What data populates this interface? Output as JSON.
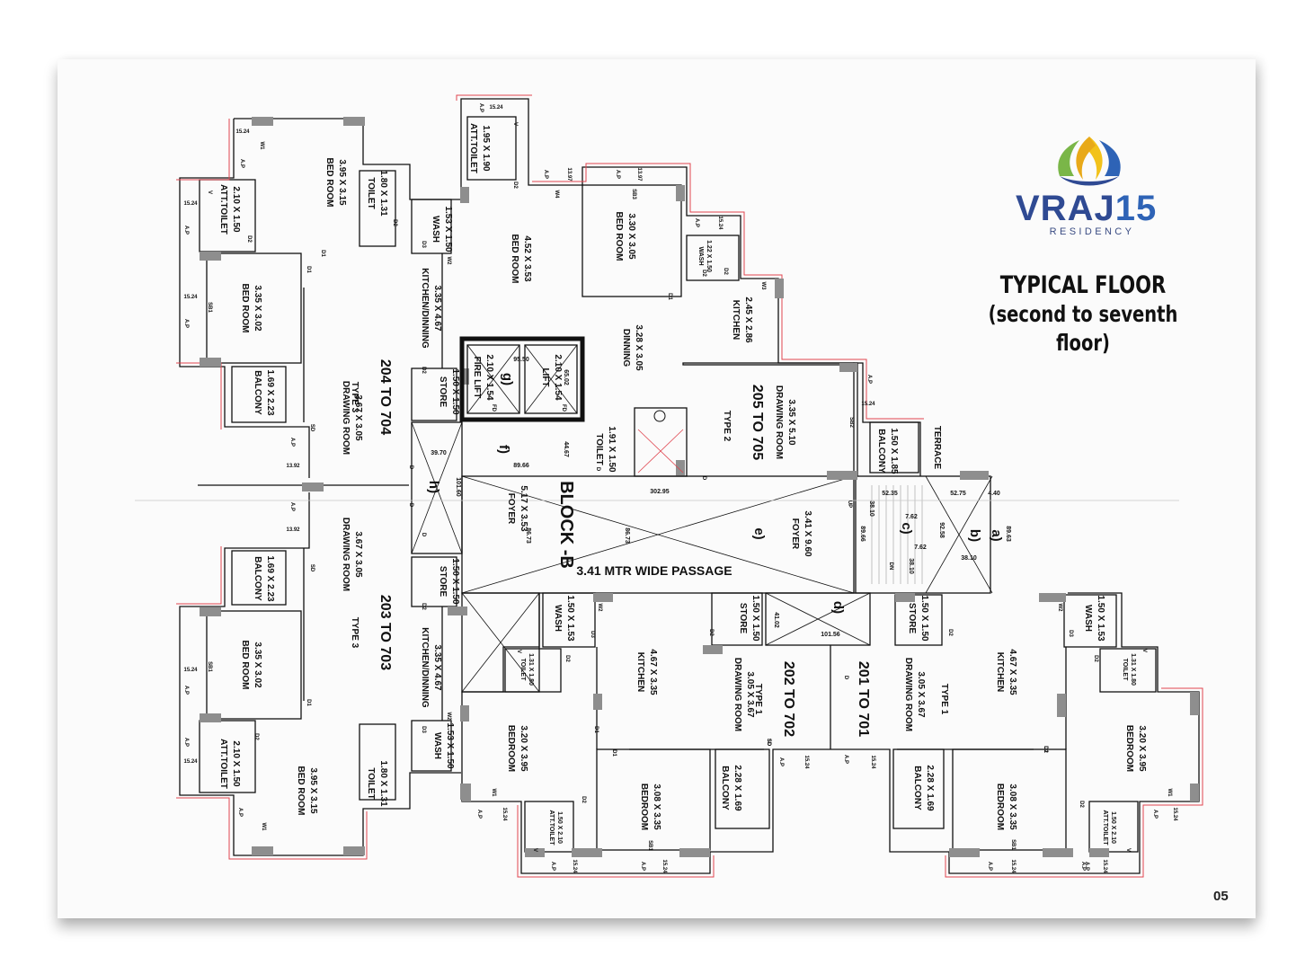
{
  "brand": {
    "name_text": "VRAJ",
    "name_number": "15",
    "subtitle": "RESIDENCY",
    "colors": {
      "navy": "#2f4a93",
      "blue": "#2e63b6",
      "yellow": "#f2c21a",
      "green": "#7ab648"
    }
  },
  "heading": {
    "title": "TYPICAL FLOOR",
    "subtitle": "(second to seventh floor)"
  },
  "page_number": "05",
  "plan": {
    "block_label": "BLOCK -B",
    "passage_label": "3.41 MTR WIDE PASSAGE",
    "flats": [
      {
        "id": "flat-204",
        "number": "204 TO 704",
        "type": "TYPE 3"
      },
      {
        "id": "flat-203",
        "number": "203 TO 703",
        "type": "TYPE 3"
      },
      {
        "id": "flat-205",
        "number": "205 TO 705",
        "type": "TYPE 2"
      },
      {
        "id": "flat-202",
        "number": "202 TO 702",
        "type": "TYPE 1"
      },
      {
        "id": "flat-201",
        "number": "201 TO 701",
        "type": "TYPE 1"
      }
    ],
    "rooms": [
      {
        "id": "r1",
        "name": "BED ROOM",
        "size": "3.95 X 3.15"
      },
      {
        "id": "r2",
        "name": "ATT.TOILET",
        "size": "2.10 X 1.50"
      },
      {
        "id": "r3",
        "name": "TOILET",
        "size": "1.80 X 1.31"
      },
      {
        "id": "r4",
        "name": "BED ROOM",
        "size": "3.35 X 3.02"
      },
      {
        "id": "r5",
        "name": "BALCONY",
        "size": "1.69 X 2.23"
      },
      {
        "id": "r6",
        "name": "DRAWING ROOM",
        "size": "3.67 X 3.05"
      },
      {
        "id": "r7",
        "name": "WASH",
        "size": "1.53 X 1.50"
      },
      {
        "id": "r8",
        "name": "KITCHEN/DINNING",
        "size": "3.35 X 4.67"
      },
      {
        "id": "r9",
        "name": "STORE",
        "size": "1.50 X 1.50"
      },
      {
        "id": "r10",
        "name": "ATT.TOILET",
        "size": "1.95 X 1.90"
      },
      {
        "id": "r11",
        "name": "BED ROOM",
        "size": "4.52 X 3.53"
      },
      {
        "id": "r12",
        "name": "BED ROOM",
        "size": "3.30 X 3.05"
      },
      {
        "id": "r13",
        "name": "WASH",
        "size": "1.22 X 1.50"
      },
      {
        "id": "r14",
        "name": "KITCHEN",
        "size": "2.45 X 2.86"
      },
      {
        "id": "r15",
        "name": "DINNING",
        "size": "3.28 X 3.05"
      },
      {
        "id": "r16",
        "name": "FIRE LIFT",
        "size": "2.10 X 1.54"
      },
      {
        "id": "r17",
        "name": "LIFT",
        "size": "2.10 X 1.54"
      },
      {
        "id": "r18",
        "name": "TOILET",
        "size": "1.91 X 1.50"
      },
      {
        "id": "r19",
        "name": "DRAWING ROOM",
        "size": "3.35 X 5.10"
      },
      {
        "id": "r20",
        "name": "BALCONY",
        "size": "1.50 X 1.85"
      },
      {
        "id": "r21",
        "name": "TERRACE",
        "size": ""
      },
      {
        "id": "r22",
        "name": "FOYER",
        "size": "5.17 X 3.53"
      },
      {
        "id": "r23",
        "name": "FOYER",
        "size": "3.41 X 9.60"
      },
      {
        "id": "r24",
        "name": "BALCONY",
        "size": "1.69 X 2.23"
      },
      {
        "id": "r25",
        "name": "DRAWING ROOM",
        "size": "3.67 X 3.05"
      },
      {
        "id": "r26",
        "name": "STORE",
        "size": "1.50 X 1.50"
      },
      {
        "id": "r27",
        "name": "BED ROOM",
        "size": "3.35 X 3.02"
      },
      {
        "id": "r28",
        "name": "KITCHEN/DINNING",
        "size": "3.35 X 4.67"
      },
      {
        "id": "r29",
        "name": "ATT.TOILET",
        "size": "2.10 X 1.50"
      },
      {
        "id": "r30",
        "name": "WASH",
        "size": "1.53 X 1.50"
      },
      {
        "id": "r31",
        "name": "TOILET",
        "size": "1.80 X 1.31"
      },
      {
        "id": "r32",
        "name": "BED ROOM",
        "size": "3.95 X 3.15"
      },
      {
        "id": "r33",
        "name": "WASH",
        "size": "1.50 X 1.53"
      },
      {
        "id": "r34",
        "name": "TOILET",
        "size": "1.31 X 1.80"
      },
      {
        "id": "r35",
        "name": "KITCHEN",
        "size": "4.67 X 3.35"
      },
      {
        "id": "r36",
        "name": "STORE",
        "size": "1.50 X 1.50"
      },
      {
        "id": "r37",
        "name": "DRAWING ROOM",
        "size": "3.05 X 3.67"
      },
      {
        "id": "r38",
        "name": "BEDROOM",
        "size": "3.20 X 3.95"
      },
      {
        "id": "r39",
        "name": "BEDROOM",
        "size": "3.08 X 3.35"
      },
      {
        "id": "r40",
        "name": "BALCONY",
        "size": "2.28 X 1.69"
      },
      {
        "id": "r41",
        "name": "ATT.TOILET",
        "size": "1.50 X 2.10"
      },
      {
        "id": "r42",
        "name": "STORE",
        "size": "1.50 X 1.50"
      },
      {
        "id": "r43",
        "name": "DRAWING ROOM",
        "size": "3.05 X 3.67"
      },
      {
        "id": "r44",
        "name": "BALCONY",
        "size": "2.28 X 1.69"
      },
      {
        "id": "r45",
        "name": "KITCHEN",
        "size": "4.67 X 3.35"
      },
      {
        "id": "r46",
        "name": "WASH",
        "size": "1.50 X 1.53"
      },
      {
        "id": "r47",
        "name": "TOILET",
        "size": "1.31 X 1.80"
      },
      {
        "id": "r48",
        "name": "BEDROOM",
        "size": "3.20 X 3.95"
      },
      {
        "id": "r49",
        "name": "BEDROOM",
        "size": "3.08 X 3.35"
      },
      {
        "id": "r50",
        "name": "ATT.TOILET",
        "size": "1.50 X 2.10"
      }
    ],
    "staircase_labels": [
      {
        "id": "s-a",
        "text": "a)"
      },
      {
        "id": "s-b",
        "text": "b)"
      },
      {
        "id": "s-c",
        "text": "c)"
      },
      {
        "id": "s-d",
        "text": "d)"
      },
      {
        "id": "s-e",
        "text": "e)"
      },
      {
        "id": "s-f",
        "text": "f)"
      },
      {
        "id": "s-g",
        "text": "g)"
      },
      {
        "id": "s-h",
        "text": "h)"
      }
    ],
    "dimensions": [
      {
        "id": "d1",
        "text": "302.95"
      },
      {
        "id": "d2",
        "text": "39.70"
      },
      {
        "id": "d3",
        "text": "89.66"
      },
      {
        "id": "d4",
        "text": "101.60"
      },
      {
        "id": "d5",
        "text": "52.35"
      },
      {
        "id": "d6",
        "text": "52.75"
      },
      {
        "id": "d7",
        "text": "4.40"
      },
      {
        "id": "d8",
        "text": "38.10"
      },
      {
        "id": "d9",
        "text": "7.62"
      },
      {
        "id": "d10",
        "text": "7.62"
      },
      {
        "id": "d11",
        "text": "101.56"
      },
      {
        "id": "d12",
        "text": "41.02"
      },
      {
        "id": "d13",
        "text": "95.50"
      },
      {
        "id": "d14",
        "text": "65.02"
      },
      {
        "id": "d15",
        "text": "44.67"
      },
      {
        "id": "d16",
        "text": "86.73"
      },
      {
        "id": "d17",
        "text": "86.73"
      },
      {
        "id": "d18",
        "text": "89.66"
      },
      {
        "id": "d19",
        "text": "38.10"
      },
      {
        "id": "d20",
        "text": "92.58"
      },
      {
        "id": "d21",
        "text": "38.10"
      },
      {
        "id": "d22",
        "text": "89.63"
      }
    ],
    "small_marks": [
      {
        "id": "m1",
        "text": "15.24"
      },
      {
        "id": "m2",
        "text": "A.P"
      },
      {
        "id": "m3",
        "text": "W1"
      },
      {
        "id": "m4",
        "text": "15.24"
      },
      {
        "id": "m5",
        "text": "A.P"
      },
      {
        "id": "m6",
        "text": "V"
      },
      {
        "id": "m7",
        "text": "D2"
      },
      {
        "id": "m8",
        "text": "D1"
      },
      {
        "id": "m9",
        "text": "D2"
      },
      {
        "id": "m10",
        "text": "15.24"
      },
      {
        "id": "m11",
        "text": "A.P"
      },
      {
        "id": "m12",
        "text": "SB1"
      },
      {
        "id": "m13",
        "text": "D1"
      },
      {
        "id": "m14",
        "text": "SD"
      },
      {
        "id": "m15",
        "text": "A.P"
      },
      {
        "id": "m16",
        "text": "13.92"
      },
      {
        "id": "m17",
        "text": "A.P"
      },
      {
        "id": "m18",
        "text": "13.92"
      },
      {
        "id": "m19",
        "text": "SD"
      },
      {
        "id": "m20",
        "text": "15.24"
      },
      {
        "id": "m21",
        "text": "A.P"
      },
      {
        "id": "m22",
        "text": "SB1"
      },
      {
        "id": "m23",
        "text": "D1"
      },
      {
        "id": "m24",
        "text": "15.24"
      },
      {
        "id": "m25",
        "text": "A.P"
      },
      {
        "id": "m26",
        "text": "D2"
      },
      {
        "id": "m27",
        "text": "A.P"
      },
      {
        "id": "m28",
        "text": "W1"
      },
      {
        "id": "m29",
        "text": "D3"
      },
      {
        "id": "m30",
        "text": "W2"
      },
      {
        "id": "m31",
        "text": "D2"
      },
      {
        "id": "m32",
        "text": "W2"
      },
      {
        "id": "m33",
        "text": "D3"
      },
      {
        "id": "m34",
        "text": "D2"
      },
      {
        "id": "m35",
        "text": "15.24"
      },
      {
        "id": "m36",
        "text": "A.P"
      },
      {
        "id": "m37",
        "text": "V"
      },
      {
        "id": "m38",
        "text": "D2"
      },
      {
        "id": "m39",
        "text": "A.P"
      },
      {
        "id": "m40",
        "text": "13.97"
      },
      {
        "id": "m41",
        "text": "W4"
      },
      {
        "id": "m42",
        "text": "A.P"
      },
      {
        "id": "m43",
        "text": "13.97"
      },
      {
        "id": "m44",
        "text": "SB3"
      },
      {
        "id": "m45",
        "text": "A.P"
      },
      {
        "id": "m46",
        "text": "15.24"
      },
      {
        "id": "m47",
        "text": "D2"
      },
      {
        "id": "m48",
        "text": "D1"
      },
      {
        "id": "m49",
        "text": "W3"
      },
      {
        "id": "m50",
        "text": "D2"
      },
      {
        "id": "m51",
        "text": "A.P"
      },
      {
        "id": "m52",
        "text": "15.24"
      },
      {
        "id": "m53",
        "text": "SB2"
      },
      {
        "id": "m54",
        "text": "D"
      },
      {
        "id": "m55",
        "text": "FD"
      },
      {
        "id": "m56",
        "text": "FD"
      },
      {
        "id": "m57",
        "text": "UP"
      },
      {
        "id": "m58",
        "text": "DN"
      },
      {
        "id": "m59",
        "text": "D"
      },
      {
        "id": "m60",
        "text": "D"
      },
      {
        "id": "m61",
        "text": "D"
      },
      {
        "id": "m62",
        "text": "D"
      },
      {
        "id": "m63",
        "text": "W2"
      },
      {
        "id": "m64",
        "text": "D3"
      },
      {
        "id": "m65",
        "text": "D2"
      },
      {
        "id": "m66",
        "text": "V"
      },
      {
        "id": "m67",
        "text": "D2"
      },
      {
        "id": "m68",
        "text": "SD"
      },
      {
        "id": "m69",
        "text": "D1"
      },
      {
        "id": "m70",
        "text": "W1"
      },
      {
        "id": "m71",
        "text": "D1"
      },
      {
        "id": "m72",
        "text": "D2"
      },
      {
        "id": "m73",
        "text": "A.P"
      },
      {
        "id": "m74",
        "text": "15.24"
      },
      {
        "id": "m75",
        "text": "V"
      },
      {
        "id": "m76",
        "text": "A.P"
      },
      {
        "id": "m77",
        "text": "15.24"
      },
      {
        "id": "m78",
        "text": "A.P"
      },
      {
        "id": "m79",
        "text": "15.24"
      },
      {
        "id": "m80",
        "text": "SB1"
      },
      {
        "id": "m81",
        "text": "A.P"
      },
      {
        "id": "m82",
        "text": "15.24"
      },
      {
        "id": "m83",
        "text": "A.P"
      },
      {
        "id": "m84",
        "text": "15.24"
      },
      {
        "id": "m85",
        "text": "D2"
      },
      {
        "id": "m86",
        "text": "D"
      },
      {
        "id": "m87",
        "text": "SD"
      },
      {
        "id": "m88",
        "text": "D2"
      },
      {
        "id": "m89",
        "text": "W2"
      },
      {
        "id": "m90",
        "text": "D3"
      },
      {
        "id": "m91",
        "text": "D2"
      },
      {
        "id": "m92",
        "text": "V"
      },
      {
        "id": "m93",
        "text": "D1"
      },
      {
        "id": "m94",
        "text": "D2"
      },
      {
        "id": "m95",
        "text": "W1"
      },
      {
        "id": "m96",
        "text": "A.P"
      },
      {
        "id": "m97",
        "text": "15.24"
      },
      {
        "id": "m98",
        "text": "V"
      },
      {
        "id": "m99",
        "text": "A.P"
      },
      {
        "id": "m100",
        "text": "15.24"
      },
      {
        "id": "m101",
        "text": "SB1"
      },
      {
        "id": "m102",
        "text": "A.P"
      },
      {
        "id": "m103",
        "text": "15.24"
      },
      {
        "id": "m104",
        "text": "A.P"
      }
    ]
  }
}
